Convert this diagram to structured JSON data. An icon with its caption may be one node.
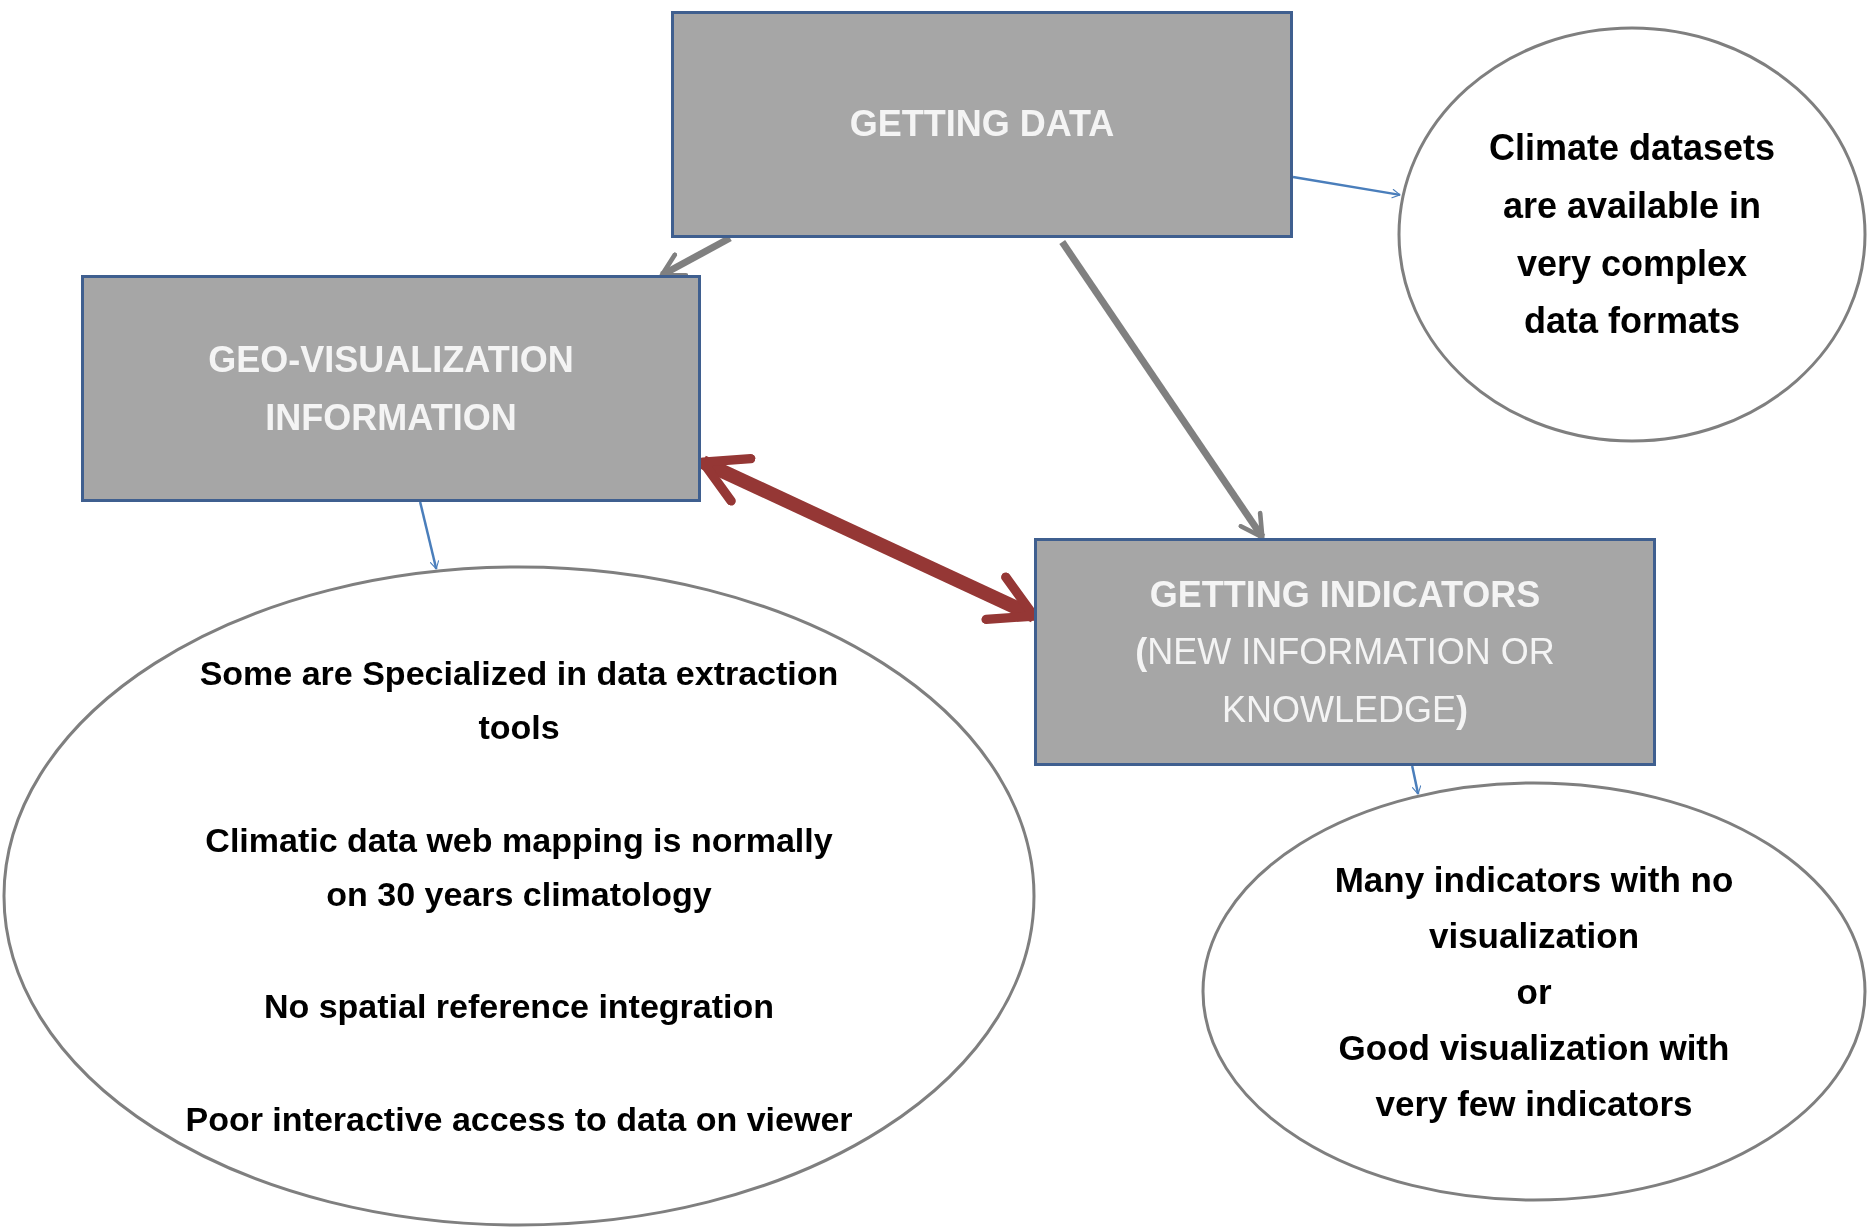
{
  "diagram": {
    "nodes": [
      {
        "text": [
          "GETTING DATA"
        ]
      },
      {
        "text": [
          "Climate datasets are available in very complex data formats"
        ]
      },
      {
        "text": [
          "GEO-VISUALIZATION INFORMATION"
        ]
      },
      {
        "text": [
          "GETTING INDICATORS",
          "**(**NEW INFORMATION OR KNOWLEDGE**)**"
        ]
      },
      {
        "text": [
          "Some are Specialized in data extraction tools",
          "Climatic data web mapping is normally on 30 years climatology",
          "No  spatial reference integration",
          "Poor interactive access to data on viewer"
        ]
      },
      {
        "text": [
          "Many indicators with no visualization",
          "or",
          "Good visualization with very few indicators"
        ]
      }
    ],
    "edges": [
      {
        "from": 0,
        "to": 1,
        "arrow": "to"
      },
      {
        "from": 0,
        "to": 2,
        "arrow": "to",
        "style": "thick",
        "color": "#808080"
      },
      {
        "from": 0,
        "to": 3,
        "arrow": "to",
        "style": "thick",
        "color": "#808080"
      },
      {
        "from": 2,
        "to": 3,
        "arrow": "both",
        "style": "thick",
        "color": "#953735"
      },
      {
        "from": 2,
        "to": 4,
        "arrow": "to"
      },
      {
        "from": 3,
        "to": 5,
        "arrow": "to"
      }
    ]
  }
}
